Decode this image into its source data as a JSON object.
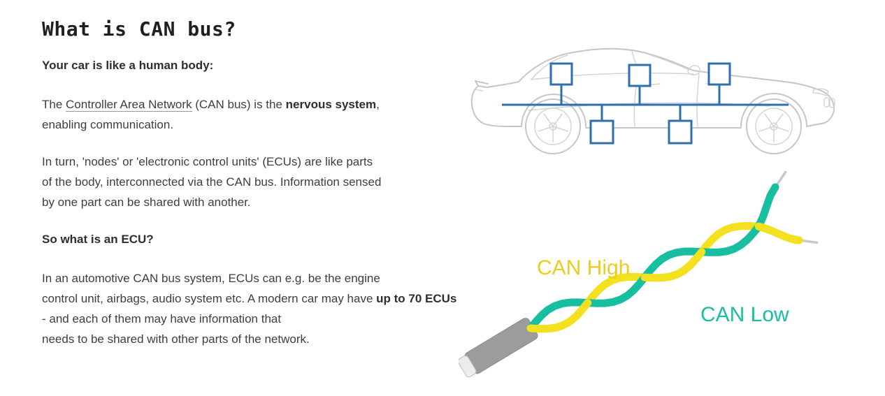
{
  "article": {
    "title": "What is CAN bus?",
    "intro_heading": "Your car is like a human body:",
    "p1": {
      "pre": "The ",
      "link_text": "Controller Area Network",
      "mid": " (CAN bus) is the ",
      "bold": "nervous system",
      "post": ",\nenabling communication."
    },
    "p2": "In turn, 'nodes' or 'electronic control units' (ECUs) are like parts\nof the body, interconnected via the CAN bus. Information sensed\nby one part can be shared with another.",
    "q_heading": "So what is an ECU?",
    "p3": {
      "pre": "In an automotive CAN bus system, ECUs can e.g. be the engine\ncontrol unit, airbags, audio system etc. A modern car may have ",
      "bold": "up to 70 ECUs",
      "post": " - and each of them may have information that\nneeds to be shared with other parts of the network."
    }
  },
  "diagram": {
    "can_high_label": "CAN High",
    "can_low_label": "CAN Low"
  },
  "colors": {
    "node_blue": "#2e6fb2",
    "wire_yellow": "#f3e11f",
    "wire_teal": "#17bfa0",
    "label_yellow": "#eccd1c",
    "label_teal": "#17bfa0",
    "car_line": "#c6c6c6",
    "sheath_gray": "#9c9c9c",
    "wire_tip_gray": "#c9c9c9"
  }
}
